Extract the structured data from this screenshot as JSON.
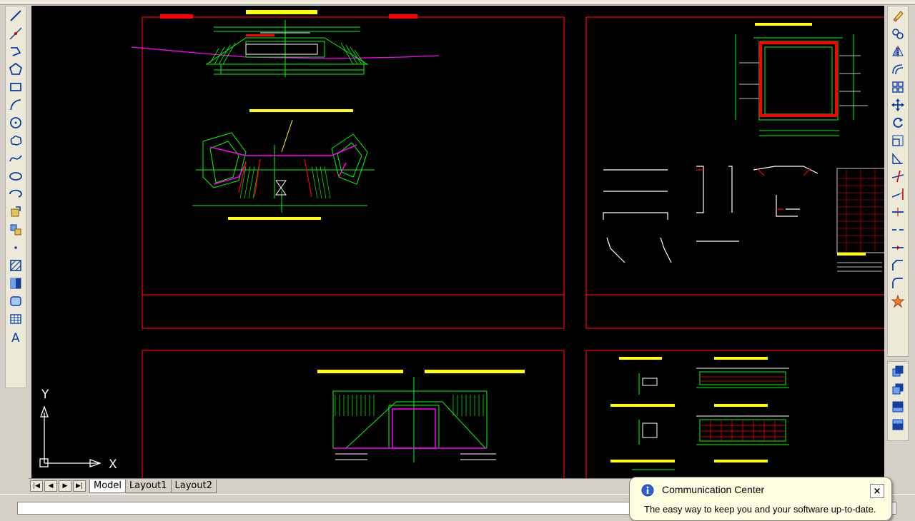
{
  "tabs": [
    {
      "label": "Model",
      "active": true
    },
    {
      "label": "Layout1",
      "active": false
    },
    {
      "label": "Layout2",
      "active": false
    }
  ],
  "nav_buttons": [
    "|◀",
    "◀",
    "▶",
    "▶|"
  ],
  "ucs": {
    "x_label": "X",
    "y_label": "Y"
  },
  "communication_center": {
    "title": "Communication Center",
    "body": "The easy way to keep you and your software up-to-date.",
    "close_label": "×"
  },
  "colors": {
    "canvas": "#000000",
    "frame": "#ff0000",
    "drawing": "#00ff00",
    "annotation": "#ffff00",
    "accent": "#ff00ff"
  },
  "left_tools": [
    "line-icon",
    "construction-line-icon",
    "polyline-icon",
    "polygon-icon",
    "rectangle-icon",
    "arc-icon",
    "circle-icon",
    "revision-cloud-icon",
    "spline-icon",
    "ellipse-icon",
    "ellipse-arc-icon",
    "insert-block-icon",
    "make-block-icon",
    "point-icon",
    "hatch-icon",
    "gradient-icon",
    "region-icon",
    "table-icon",
    "multiline-text-icon"
  ],
  "right_tools": [
    "erase-icon",
    "copy-icon",
    "mirror-icon",
    "offset-icon",
    "array-icon",
    "move-icon",
    "rotate-icon",
    "scale-icon",
    "stretch-icon",
    "trim-icon",
    "extend-icon",
    "break-at-point-icon",
    "break-icon",
    "join-icon",
    "chamfer-icon",
    "fillet-icon",
    "explode-icon"
  ],
  "right_tools2": [
    "draworder-front-icon",
    "draworder-back-icon",
    "draworder-above-icon",
    "draworder-under-icon"
  ]
}
